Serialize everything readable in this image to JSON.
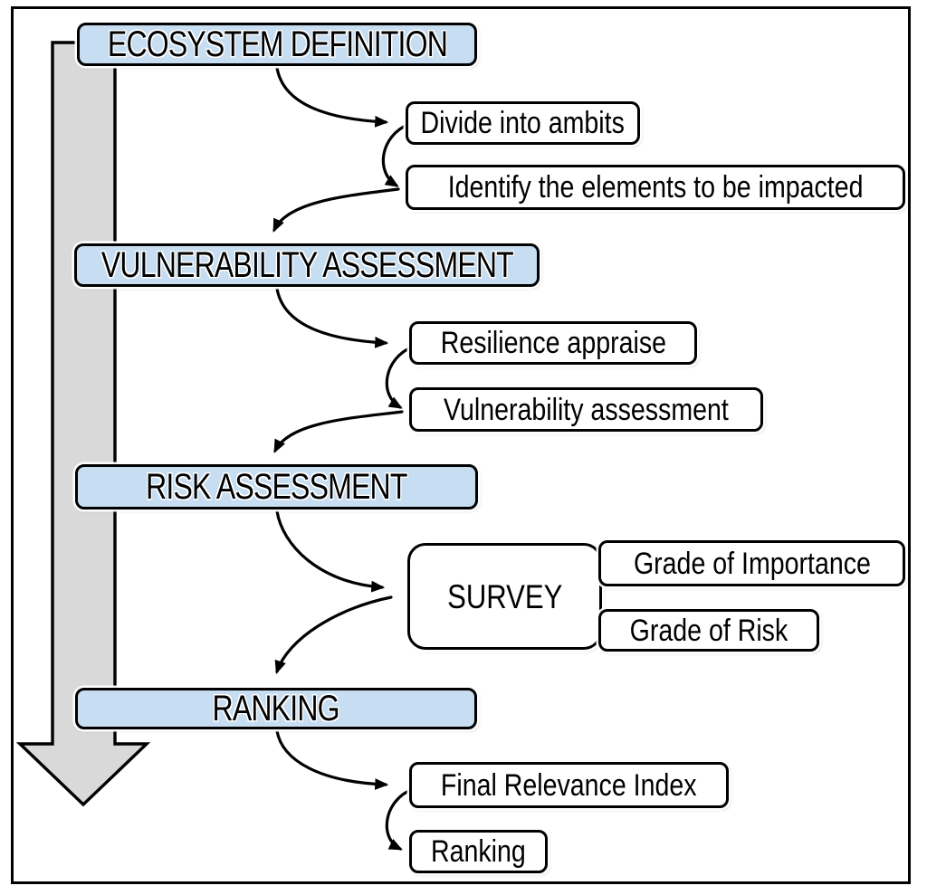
{
  "colors": {
    "stage_fill": "#c7ddf1",
    "substep_fill": "#ffffff",
    "flow_arrow_fill": "#d9d9d9",
    "outline": "#000000"
  },
  "stages": [
    {
      "label": "ECOSYSTEM DEFINITION"
    },
    {
      "label": "VULNERABILITY ASSESSMENT"
    },
    {
      "label": "RISK ASSESSMENT"
    },
    {
      "label": "RANKING"
    }
  ],
  "substeps": {
    "ecosystem": [
      "Divide into ambits",
      "Identify the elements to be impacted"
    ],
    "vulnerability": [
      "Resilience appraise",
      "Vulnerability assessment"
    ],
    "risk": {
      "survey_label": "SURVEY",
      "outputs": [
        "Grade of Importance",
        "Grade of Risk"
      ]
    },
    "ranking": [
      "Final Relevance Index",
      "Ranking"
    ]
  }
}
